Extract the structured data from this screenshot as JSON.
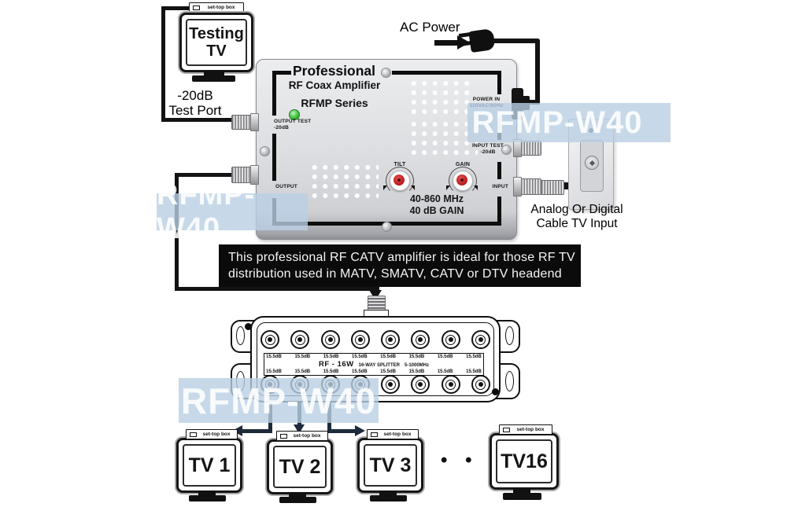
{
  "watermark": {
    "text": "RFMP-W40"
  },
  "testing_tv": {
    "set_top_box": "set-top box",
    "screen_line1": "Testing",
    "screen_line2": "TV"
  },
  "test_port_label": {
    "line1": "-20dB",
    "line2": "Test Port"
  },
  "ac_power": {
    "label": "AC Power"
  },
  "amplifier": {
    "title": "Professional",
    "subtitle": "RF Coax Amplifier",
    "series": "RFMP Series",
    "output_test_line1": "OUTPUT TEST",
    "output_test_line2": "-20dB",
    "output_label": "OUTPUT",
    "tilt_label": "TILT",
    "gain_label": "GAIN",
    "freq_line1": "40-860 MHz",
    "freq_line2": "40 dB GAIN",
    "power_in_line1": "POWER IN",
    "power_in_line2": "110VAC/60Hz",
    "input_test_line1": "INPUT TEST",
    "input_test_line2": "-20dB",
    "input_label": "INPUT"
  },
  "wall_input": {
    "line1": "Analog Or Digital",
    "line2": "Cable TV Input"
  },
  "banner": {
    "line1": "This professional RF CATV amplifier is ideal for those RF TV",
    "line2": "distribution used in MATV, SMATV, CATV or DTV headend"
  },
  "splitter": {
    "model": "RF - 16W",
    "kind": "16-WAY SPLITTER",
    "freq_range": "5-1000MHz",
    "port_loss": "15.5dB",
    "ports_per_row": 8
  },
  "ellipsis": "• • •",
  "tvs": [
    {
      "set_top_box": "set-top box",
      "label": "TV 1"
    },
    {
      "set_top_box": "set-top box",
      "label": "TV 2"
    },
    {
      "set_top_box": "set-top box",
      "label": "TV 3"
    },
    {
      "set_top_box": "set-top box",
      "label": "TV16"
    }
  ]
}
